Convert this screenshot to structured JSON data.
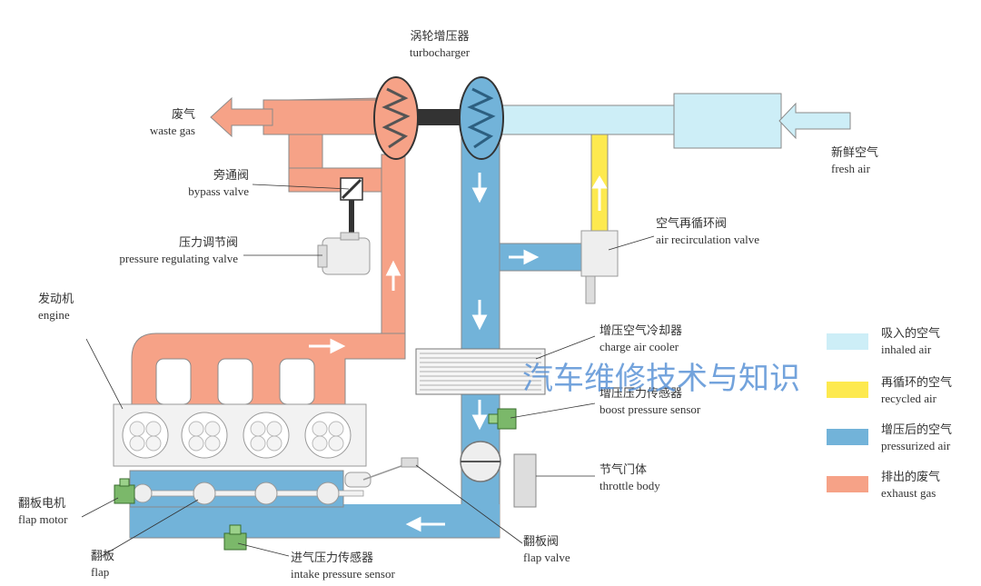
{
  "colors": {
    "inhaled": "#cdeef7",
    "recycled": "#fde94f",
    "pressurized": "#72b3d9",
    "exhaust": "#f6a287",
    "outline": "#8a8a8a"
  },
  "labels": {
    "turbo_zh": "涡轮增压器",
    "turbo_en": "turbocharger",
    "waste_zh": "废气",
    "waste_en": "waste gas",
    "bypass_zh": "旁通阀",
    "bypass_en": "bypass valve",
    "prv_zh": "压力调节阀",
    "prv_en": "pressure regulating valve",
    "engine_zh": "发动机",
    "engine_en": "engine",
    "fresh_zh": "新鲜空气",
    "fresh_en": "fresh air",
    "arv_zh": "空气再循环阀",
    "arv_en": "air recirculation valve",
    "cac_zh": "增压空气冷却器",
    "cac_en": "charge air cooler",
    "bps_zh": "增压压力传感器",
    "bps_en": "boost pressure sensor",
    "throttle_zh": "节气门体",
    "throttle_en": "throttle body",
    "flapmotor_zh": "翻板电机",
    "flapmotor_en": "flap motor",
    "flap_zh": "翻板",
    "flap_en": "flap",
    "ips_zh": "进气压力传感器",
    "ips_en": "intake pressure sensor",
    "flapvalve_zh": "翻板阀",
    "flapvalve_en": "flap valve"
  },
  "legend": [
    {
      "zh": "吸入的空气",
      "en": "inhaled air",
      "color": "#cdeef7"
    },
    {
      "zh": "再循环的空气",
      "en": "recycled air",
      "color": "#fde94f"
    },
    {
      "zh": "增压后的空气",
      "en": "pressurized air",
      "color": "#72b3d9"
    },
    {
      "zh": "排出的废气",
      "en": "exhaust gas",
      "color": "#f6a287"
    }
  ],
  "watermark": "汽车维修技术与知识"
}
